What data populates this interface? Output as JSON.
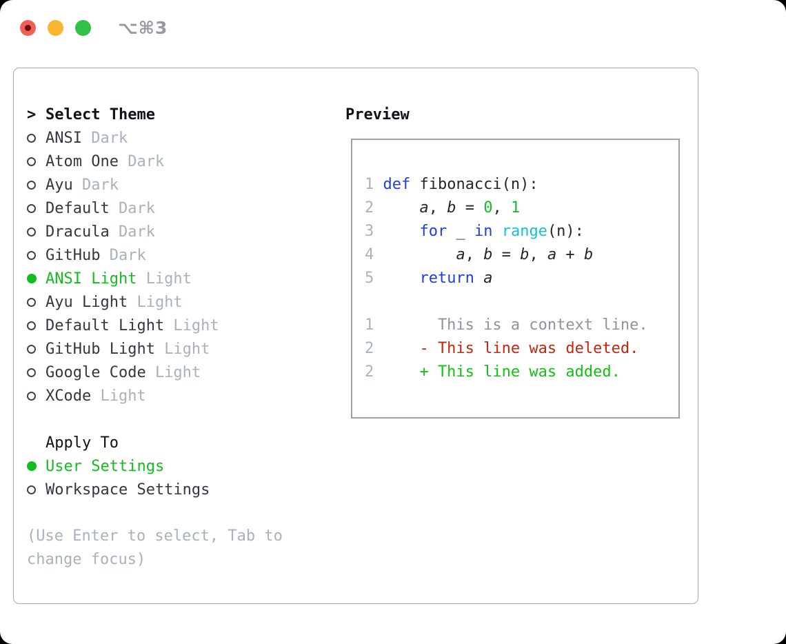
{
  "window": {
    "title": "⌥⌘3",
    "traffic_lights": [
      {
        "name": "close",
        "color": "#f35f55",
        "has_dot": true
      },
      {
        "name": "minimize",
        "color": "#f8b62d",
        "has_dot": false
      },
      {
        "name": "zoom",
        "color": "#30c146",
        "has_dot": false
      }
    ]
  },
  "select_theme": {
    "prompt": ">",
    "header": "Select Theme",
    "items": [
      {
        "name": "ANSI",
        "badge": "Dark",
        "selected": false
      },
      {
        "name": "Atom One",
        "badge": "Dark",
        "selected": false
      },
      {
        "name": "Ayu",
        "badge": "Dark",
        "selected": false
      },
      {
        "name": "Default",
        "badge": "Dark",
        "selected": false
      },
      {
        "name": "Dracula",
        "badge": "Dark",
        "selected": false
      },
      {
        "name": "GitHub",
        "badge": "Dark",
        "selected": false
      },
      {
        "name": "ANSI Light",
        "badge": "Light",
        "selected": true
      },
      {
        "name": "Ayu Light",
        "badge": "Light",
        "selected": false
      },
      {
        "name": "Default Light",
        "badge": "Light",
        "selected": false
      },
      {
        "name": "GitHub Light",
        "badge": "Light",
        "selected": false
      },
      {
        "name": "Google Code",
        "badge": "Light",
        "selected": false
      },
      {
        "name": "XCode",
        "badge": "Light",
        "selected": false
      }
    ]
  },
  "apply_to": {
    "header": "Apply To",
    "options": [
      {
        "label": "User Settings",
        "selected": true
      },
      {
        "label": "Workspace Settings",
        "selected": false
      }
    ]
  },
  "hint": {
    "text": "(Use Enter to select, Tab to change focus)"
  },
  "preview": {
    "header": "Preview",
    "code_lines": [
      {
        "num": "1",
        "tokens": [
          {
            "t": "def",
            "c": "kw"
          },
          {
            "t": " fibonacci(n):",
            "c": "fg"
          }
        ]
      },
      {
        "num": "2",
        "tokens": [
          {
            "t": "    ",
            "c": "fg"
          },
          {
            "t": "a",
            "c": "var"
          },
          {
            "t": ", ",
            "c": "fg"
          },
          {
            "t": "b",
            "c": "var"
          },
          {
            "t": " = ",
            "c": "fg"
          },
          {
            "t": "0",
            "c": "num"
          },
          {
            "t": ", ",
            "c": "fg"
          },
          {
            "t": "1",
            "c": "num"
          }
        ]
      },
      {
        "num": "3",
        "tokens": [
          {
            "t": "    ",
            "c": "fg"
          },
          {
            "t": "for",
            "c": "kw"
          },
          {
            "t": " _ ",
            "c": "fg"
          },
          {
            "t": "in",
            "c": "kw"
          },
          {
            "t": " ",
            "c": "fg"
          },
          {
            "t": "range",
            "c": "builtin"
          },
          {
            "t": "(n):",
            "c": "fg"
          }
        ]
      },
      {
        "num": "4",
        "tokens": [
          {
            "t": "        ",
            "c": "fg"
          },
          {
            "t": "a",
            "c": "var"
          },
          {
            "t": ", ",
            "c": "fg"
          },
          {
            "t": "b",
            "c": "var"
          },
          {
            "t": " = ",
            "c": "fg"
          },
          {
            "t": "b",
            "c": "var"
          },
          {
            "t": ", ",
            "c": "fg"
          },
          {
            "t": "a",
            "c": "var"
          },
          {
            "t": " + ",
            "c": "fg"
          },
          {
            "t": "b",
            "c": "var"
          }
        ]
      },
      {
        "num": "5",
        "tokens": [
          {
            "t": "    ",
            "c": "fg"
          },
          {
            "t": "return",
            "c": "kw"
          },
          {
            "t": " ",
            "c": "fg"
          },
          {
            "t": "a",
            "c": "var"
          }
        ]
      },
      {
        "num": "",
        "tokens": []
      },
      {
        "num": "1",
        "tokens": [
          {
            "t": "      This is a context line.",
            "c": "ctx"
          }
        ]
      },
      {
        "num": "2",
        "tokens": [
          {
            "t": "    - This line was deleted.",
            "c": "del"
          }
        ]
      },
      {
        "num": "2",
        "tokens": [
          {
            "t": "    + This line was added.",
            "c": "add"
          }
        ]
      }
    ]
  },
  "colors": {
    "green": "#13bd20",
    "green_bright": "#0fc30f",
    "kw": "#1f3de4",
    "builtin": "#12c2cf",
    "red": "#c8250e",
    "ctx": "#8e949b",
    "muted": "#a9b1bd",
    "linenum": "#a9b2bf",
    "fg": "#33383f",
    "code_fg": "#23272d",
    "black": "#0e1116",
    "circle_border": "#3e444c",
    "panel_border": "#a0a8b2",
    "preview_border": "#9aa3ad",
    "title_gray": "#97999e",
    "light_red": "#f35f55",
    "light_red_dot": "#6d0f08",
    "light_yellow": "#f8b62d",
    "light_green": "#30c146"
  }
}
